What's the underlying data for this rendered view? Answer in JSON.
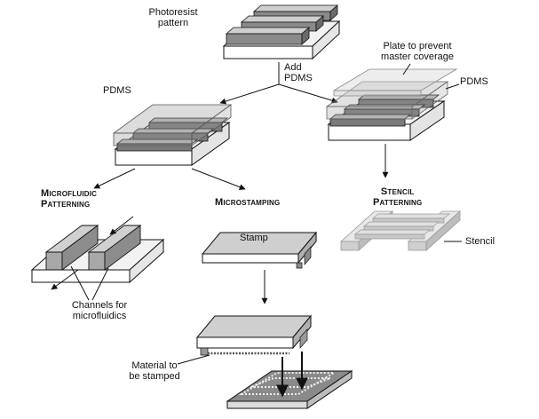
{
  "labels": {
    "photoresist": [
      "Photoresist",
      "pattern"
    ],
    "add_pdms": [
      "Add",
      "PDMS"
    ],
    "pdms_left": "PDMS",
    "plate": [
      "Plate to prevent",
      "master coverage"
    ],
    "pdms_right": "PDMS",
    "microfluidic": [
      "Microfluidic",
      "Patterning"
    ],
    "microstamping": "Microstamping",
    "stencil_heading": [
      "Stencil",
      "Patterning"
    ],
    "stamp": "Stamp",
    "stencil": "Stencil",
    "channels": [
      "Channels for",
      "microfluidics"
    ],
    "material": [
      "Material to",
      "be stamped"
    ]
  }
}
